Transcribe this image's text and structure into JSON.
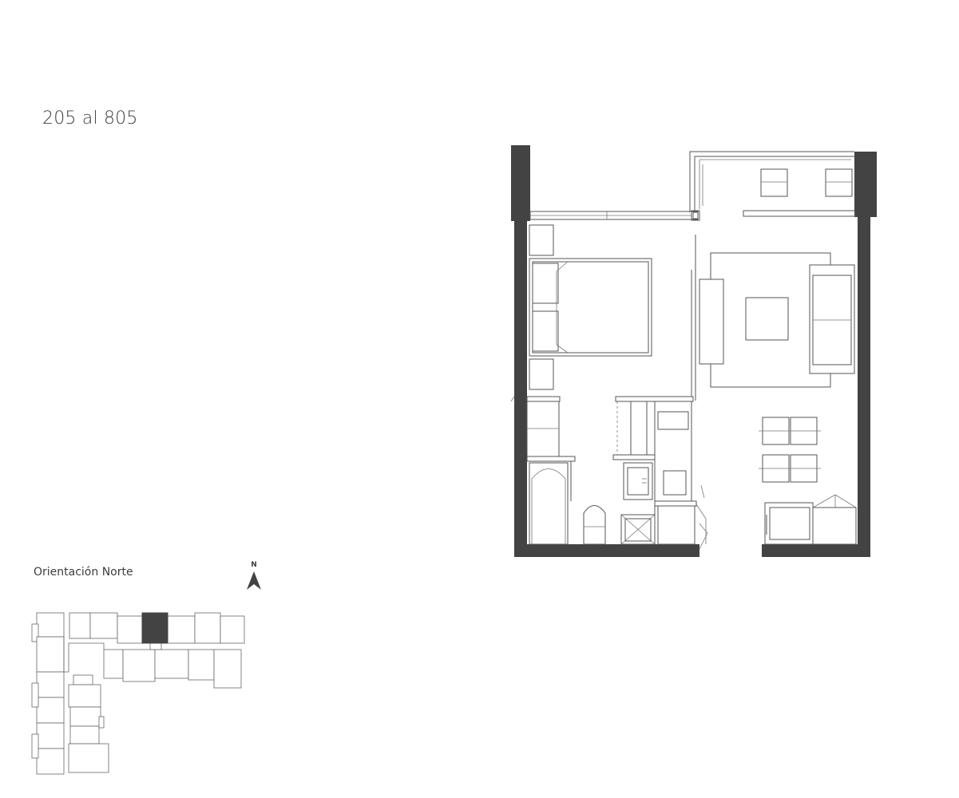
{
  "unit": {
    "title": "205 al 805"
  },
  "orientation": {
    "label": "Orientación Norte",
    "north_letter": "N"
  },
  "colors": {
    "wall": "#434343",
    "line": "#555555",
    "highlight": "#434343"
  },
  "icons": {
    "compass": "north-arrow-icon"
  }
}
